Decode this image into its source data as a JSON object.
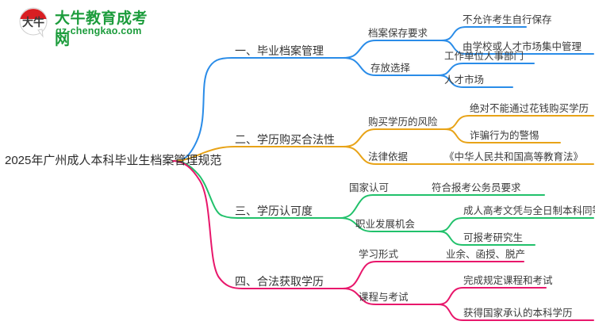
{
  "logo": {
    "brand_cn": "大牛教育成考网",
    "brand_en": "gz-chengkao.com",
    "emblem_text": "大牛",
    "brand_color": "#1c9c3c",
    "emblem_color": "#d81e22"
  },
  "mindmap": {
    "root": {
      "label": "2025年广州成人本科毕业生档案管理规范"
    },
    "branch_colors": [
      "#2a8ce8",
      "#e8a317",
      "#21c16b",
      "#e8176b"
    ],
    "branches": [
      {
        "label": "一、毕业档案管理",
        "color": "#2a8ce8",
        "children": [
          {
            "label": "档案保存要求",
            "children": [
              {
                "label": "不允许考生自行保存"
              },
              {
                "label": "由学校或人才市场集中管理"
              }
            ]
          },
          {
            "label": "存放选择",
            "children": [
              {
                "label": "工作单位人事部门"
              },
              {
                "label": "人才市场"
              }
            ]
          }
        ]
      },
      {
        "label": "二、学历购买合法性",
        "color": "#e8a317",
        "children": [
          {
            "label": "购买学历的风险",
            "children": [
              {
                "label": "绝对不能通过花钱购买学历"
              },
              {
                "label": "诈骗行为的警惕"
              }
            ]
          },
          {
            "label": "法律依据",
            "children": [
              {
                "label": "《中华人民共和国高等教育法》"
              }
            ]
          }
        ]
      },
      {
        "label": "三、学历认可度",
        "color": "#21c16b",
        "children": [
          {
            "label": "国家认可",
            "children": [
              {
                "label": "符合报考公务员要求"
              }
            ]
          },
          {
            "label": "职业发展机会",
            "children": [
              {
                "label": "成人高考文凭与全日制本科同等"
              },
              {
                "label": "可报考研究生"
              }
            ]
          }
        ]
      },
      {
        "label": "四、合法获取学历",
        "color": "#e8176b",
        "children": [
          {
            "label": "学习形式",
            "children": [
              {
                "label": "业余、函授、脱产"
              }
            ]
          },
          {
            "label": "课程与考试",
            "children": [
              {
                "label": "完成规定课程和考试"
              },
              {
                "label": "获得国家承认的本科学历"
              }
            ]
          }
        ]
      }
    ]
  }
}
